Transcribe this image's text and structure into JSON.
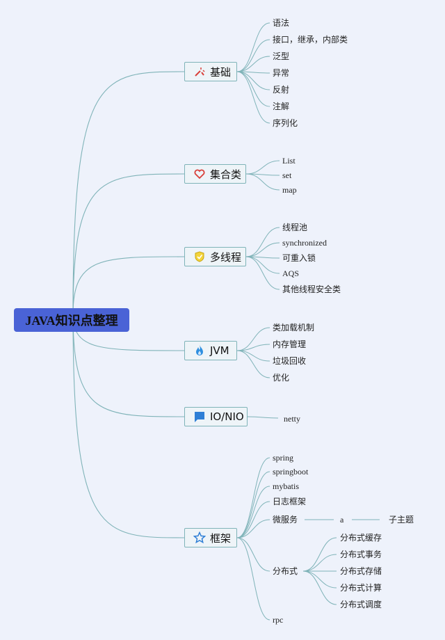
{
  "root": {
    "label": "JAVA知识点整理"
  },
  "branches": {
    "basics": {
      "label": "基础",
      "icon": "magic-wand-icon",
      "items": [
        "语法",
        "接口，继承，内部类",
        "泛型",
        "异常",
        "反射",
        "注解",
        "序列化"
      ]
    },
    "collections": {
      "label": "集合类",
      "icon": "heart-icon",
      "items": [
        "List",
        "set",
        "map"
      ]
    },
    "threads": {
      "label": "多线程",
      "icon": "shield-icon",
      "items": [
        "线程池",
        "synchronized",
        "可重入锁",
        "AQS",
        "其他线程安全类"
      ]
    },
    "jvm": {
      "label": "JVM",
      "icon": "flame-icon",
      "items": [
        "类加载机制",
        "内存管理",
        "垃圾回收",
        "优化"
      ]
    },
    "io": {
      "label": "IO/NIO",
      "icon": "flag-icon",
      "items": [
        "netty"
      ]
    },
    "frameworks": {
      "label": "框架",
      "icon": "star-icon",
      "items": [
        "spring",
        "springboot",
        "mybatis",
        "日志框架",
        "微服务",
        "分布式",
        "rpc"
      ],
      "microservice_chain": [
        "a",
        "子主题"
      ],
      "distributed_items": [
        "分布式缓存",
        "分布式事务",
        "分布式存储",
        "分布式计算",
        "分布式调度"
      ]
    }
  },
  "colors": {
    "background": "#eef2fb",
    "root_fill": "#4a63d6",
    "connector": "#7fb3b8",
    "branch_border": "#7fb3b8"
  }
}
